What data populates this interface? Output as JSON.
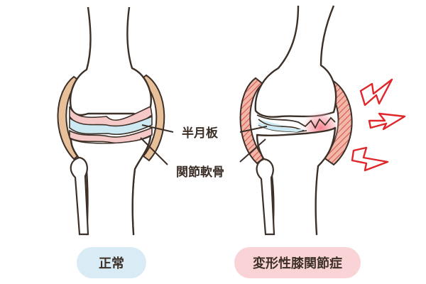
{
  "labels": {
    "meniscus": "半月板",
    "cartilage": "関節軟骨"
  },
  "captions": {
    "normal": "正常",
    "oa": "変形性膝関節症"
  },
  "colors": {
    "outline": "#3c3028",
    "bone_fill": "#ffffff",
    "capsule": "#e7c09a",
    "cartilage": "#f6c9c9",
    "meniscus": "#cdeaf2",
    "inflamed": "#e98b86",
    "pain": "#e0262b",
    "normal_pill": "#d9ecf6",
    "oa_pill": "#fad3d6"
  },
  "icons": [
    "pain-lightning-icon"
  ]
}
